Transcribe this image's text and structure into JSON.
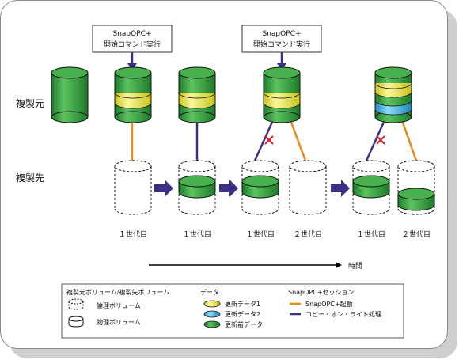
{
  "row_labels": {
    "source": "複製元",
    "target": "複製先"
  },
  "commands": [
    {
      "line1": "SnapOPC+",
      "line2": "開始コマンド実行"
    },
    {
      "line1": "SnapOPC+",
      "line2": "開始コマンド実行"
    }
  ],
  "generations": {
    "gen1": "１世代目",
    "gen1b": "１世代目",
    "gen2": "２世代目",
    "gen1c": "１世代目",
    "gen2b": "２世代目"
  },
  "time_label": "時間",
  "legend": {
    "volumes": {
      "title": "複製元ボリューム/複製先ボリューム",
      "logical": "論理ボリューム",
      "physical": "物理ボリューム"
    },
    "data": {
      "title": "データ",
      "update1": "更新データ1",
      "update2": "更新データ2",
      "before": "更新前データ"
    },
    "session": {
      "title": "SnapOPC+セッション",
      "start": "SnapOPC+起動",
      "cow": "コピー・オン・ライト処理"
    }
  },
  "colors": {
    "green": "#2e9b3a",
    "yellow": "#f2ec3c",
    "blue": "#43b8e6",
    "navy": "#3b2f86",
    "orange": "#e88a1e",
    "red": "#e01a1a"
  }
}
